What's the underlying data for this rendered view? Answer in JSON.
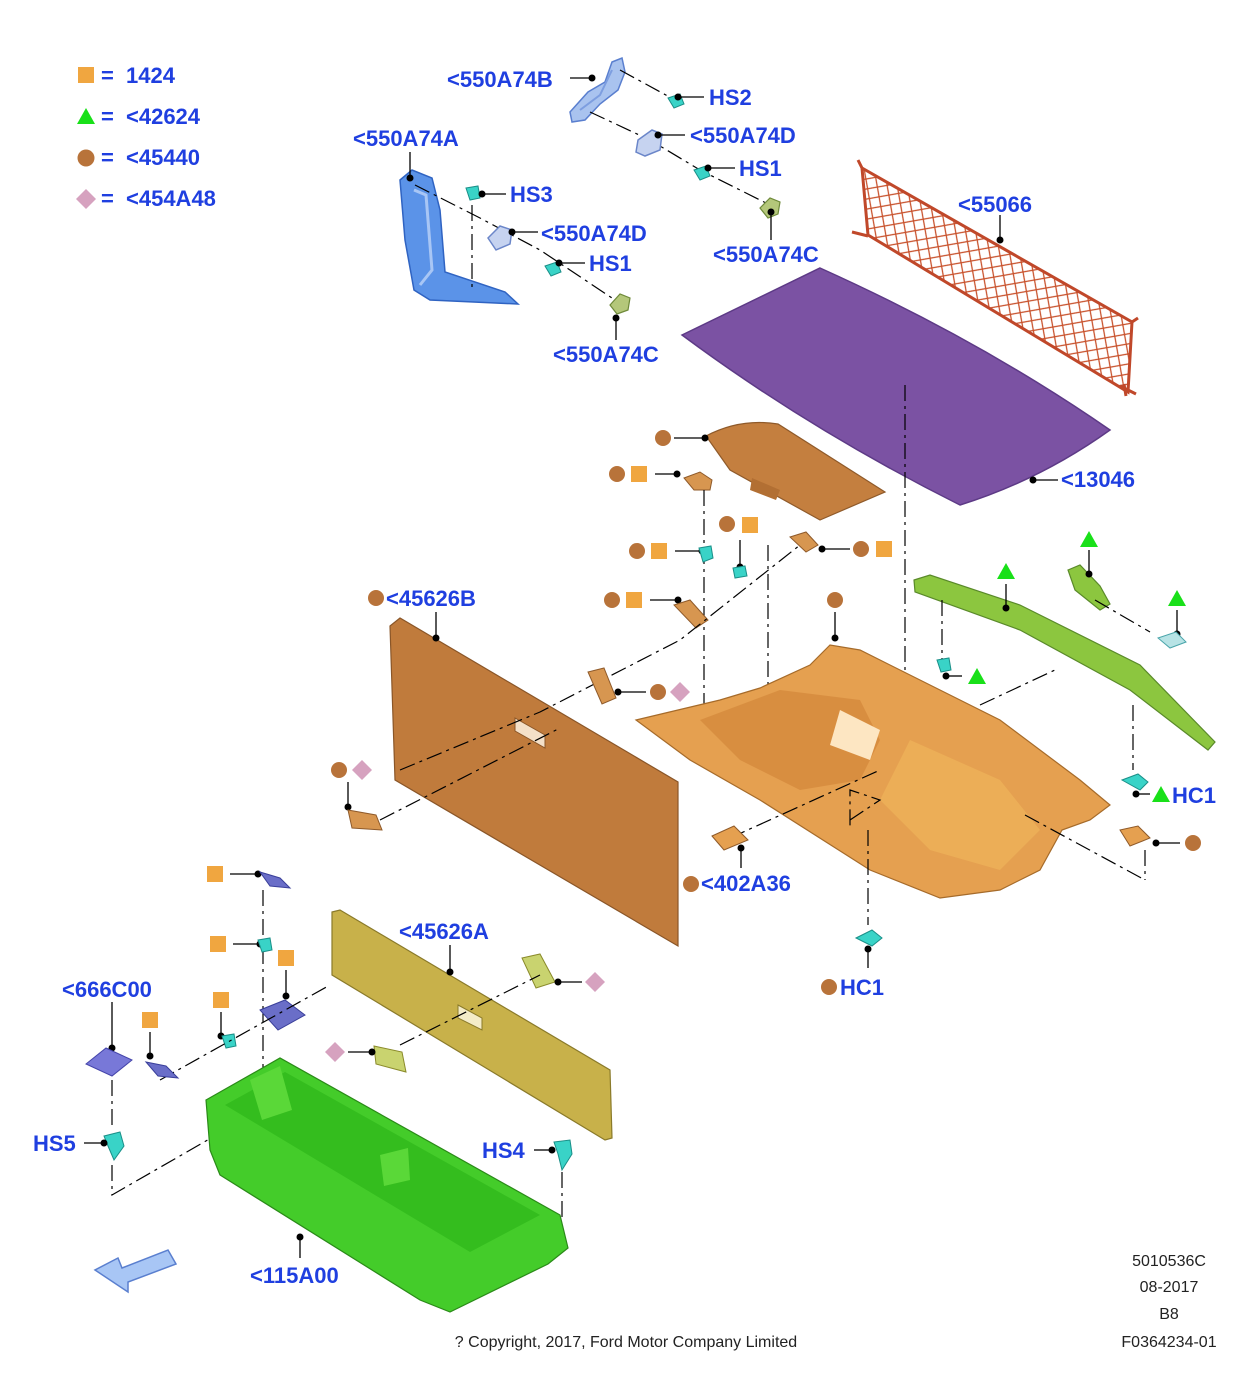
{
  "legend": [
    {
      "symbol": "square",
      "color": "#f0a640",
      "eq": "=",
      "code": "1424"
    },
    {
      "symbol": "triangle",
      "color": "#19e019",
      "eq": "=",
      "code": "<42624"
    },
    {
      "symbol": "circle",
      "color": "#b8733a",
      "eq": "=",
      "code": "<45440"
    },
    {
      "symbol": "diamond",
      "color": "#d6a2bf",
      "eq": "=",
      "code": "<454A48"
    }
  ],
  "callouts": {
    "c550A74B": "<550A74B",
    "hs2": "HS2",
    "c550A74D_top": "<550A74D",
    "hs1_top": "HS1",
    "c550A74C_top": "<550A74C",
    "c550A74A": "<550A74A",
    "hs3": "HS3",
    "c550A74D_left": "<550A74D",
    "hs1_left": "HS1",
    "c550A74C_left": "<550A74C",
    "c55066": "<55066",
    "c13046": "<13046",
    "c45626B": "<45626B",
    "hc1_right": "HC1",
    "c402A36": "<402A36",
    "hc1_bottom": "HC1",
    "c45626A": "<45626A",
    "c666C00": "<666C00",
    "hs5": "HS5",
    "hs4": "HS4",
    "c115A00": "<115A00"
  },
  "footer": {
    "doc_number": "5010536C",
    "date": "08-2017",
    "code": "B8",
    "ref": "F0364234-01",
    "copyright": "? Copyright, 2017, Ford Motor Company Limited"
  },
  "icons": [
    "front-direction-arrow-icon"
  ]
}
